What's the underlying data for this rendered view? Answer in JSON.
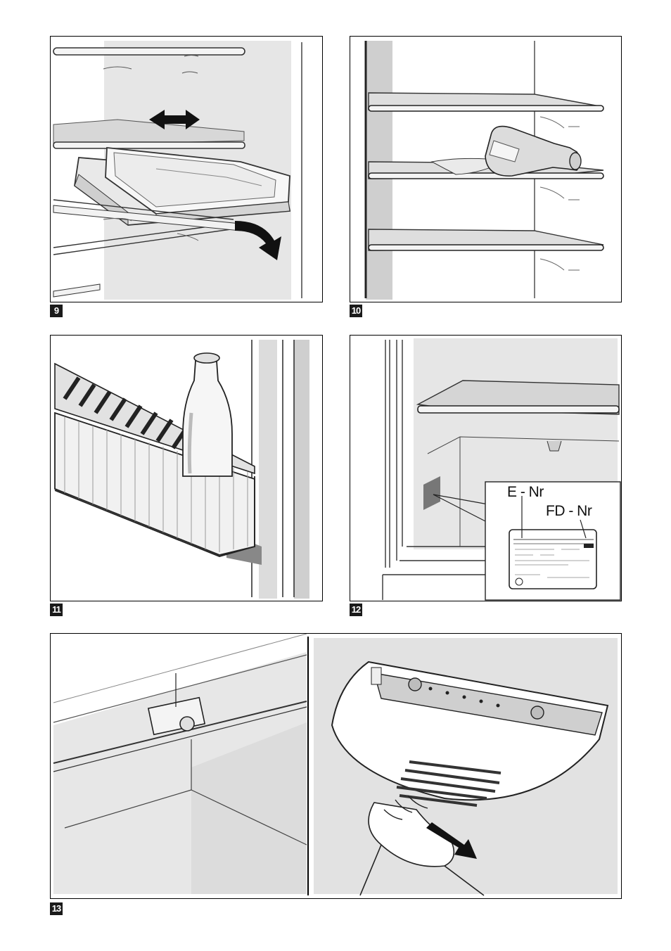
{
  "figures": [
    {
      "number": "9"
    },
    {
      "number": "10"
    },
    {
      "number": "11"
    },
    {
      "number": "12",
      "labels": {
        "e_nr": "E - Nr",
        "fd_nr": "FD - Nr"
      }
    },
    {
      "number": "13"
    }
  ]
}
